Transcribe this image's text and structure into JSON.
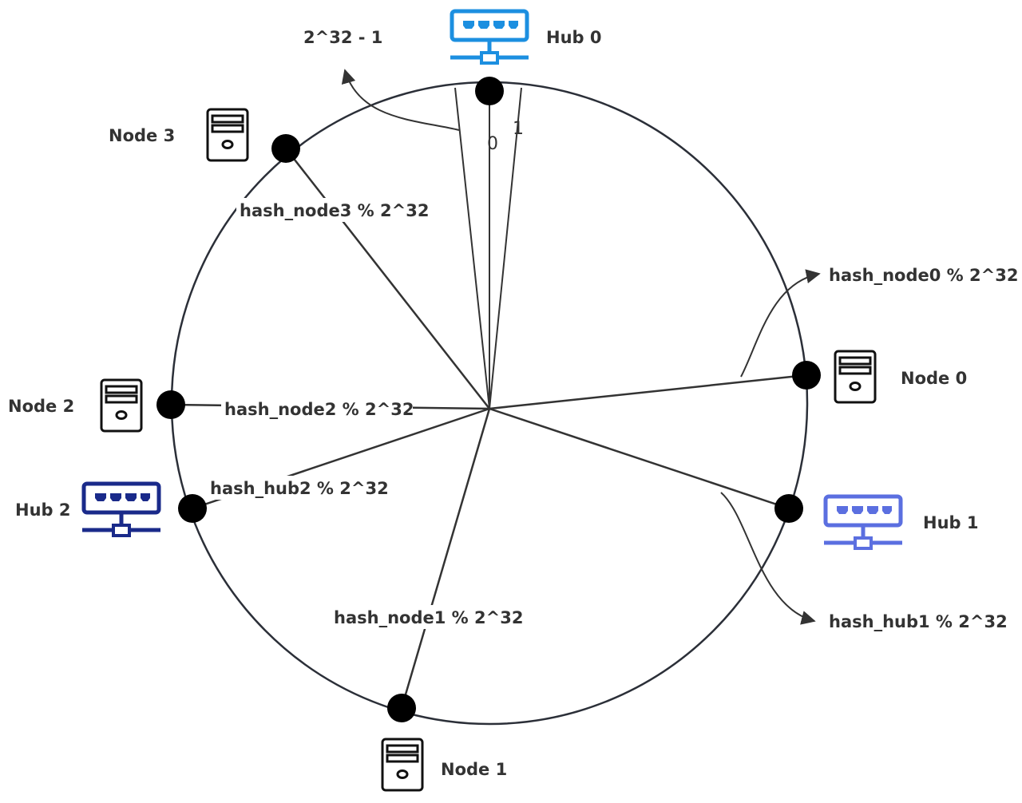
{
  "diagram": {
    "title": "",
    "ring": {
      "max_label": "2^32 - 1",
      "zero_label": "0",
      "one_label": "1"
    },
    "hubs": [
      {
        "id": "hub0",
        "label": "Hub 0",
        "hash_label": "",
        "color": "#1c8fe0"
      },
      {
        "id": "hub1",
        "label": "Hub 1",
        "hash_label": "hash_hub1 % 2^32",
        "color": "#5b6fe0"
      },
      {
        "id": "hub2",
        "label": "Hub 2",
        "hash_label": "hash_hub2 % 2^32",
        "color": "#1a2a8a"
      }
    ],
    "nodes": [
      {
        "id": "node0",
        "label": "Node 0",
        "hash_label": "hash_node0 % 2^32",
        "icon": "server-icon"
      },
      {
        "id": "node1",
        "label": "Node 1",
        "hash_label": "hash_node1 % 2^32",
        "icon": "server-icon"
      },
      {
        "id": "node2",
        "label": "Node 2",
        "hash_label": "hash_node2 % 2^32",
        "icon": "server-icon"
      },
      {
        "id": "node3",
        "label": "Node 3",
        "hash_label": "hash_node3 % 2^32",
        "icon": "server-icon"
      }
    ],
    "hub_icon": "network-hub-icon",
    "node_icon": "server-icon"
  }
}
